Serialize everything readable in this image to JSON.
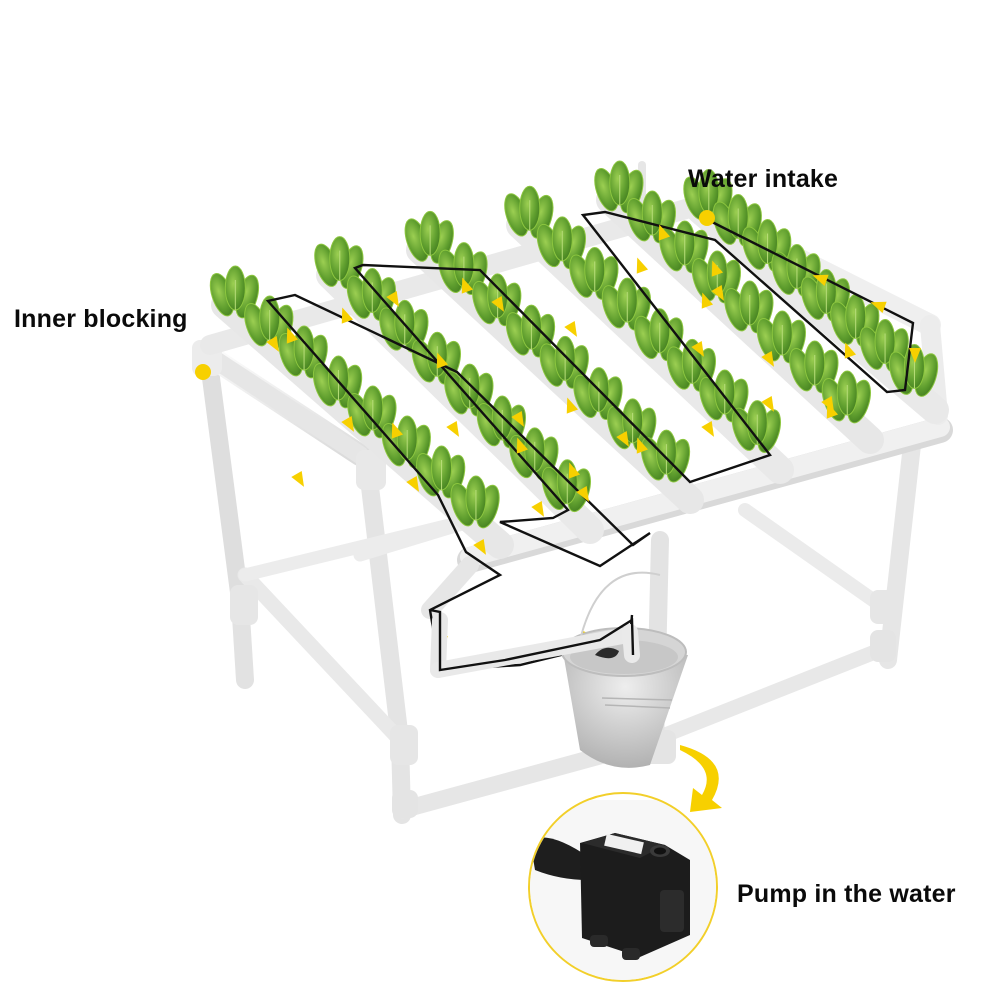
{
  "diagram": {
    "subject": "Hydroponic grow system with PVC pipe frame",
    "labels": {
      "water_intake": "Water intake",
      "inner_blocking": "Inner blocking",
      "pump": "Pump in the water"
    },
    "colors": {
      "background": "#ffffff",
      "pipe": "#eeeeee",
      "pipe_shadow": "#d6d6d6",
      "flow_line": "#111111",
      "flow_arrow": "#f7d000",
      "marker_dot": "#f7d000",
      "callout_circle": "#f2cf2a",
      "plant_dark": "#4f8f2a",
      "plant_light": "#8cc63f",
      "bucket": "#c9c9c9",
      "pump_body": "#1d1d1d",
      "label_text": "#0a0a0a"
    },
    "components": [
      "plant-rows",
      "pvc-frame",
      "flow-path",
      "water-bucket",
      "pump-callout"
    ],
    "pipe_rows": 6,
    "plants_per_row": 8
  }
}
